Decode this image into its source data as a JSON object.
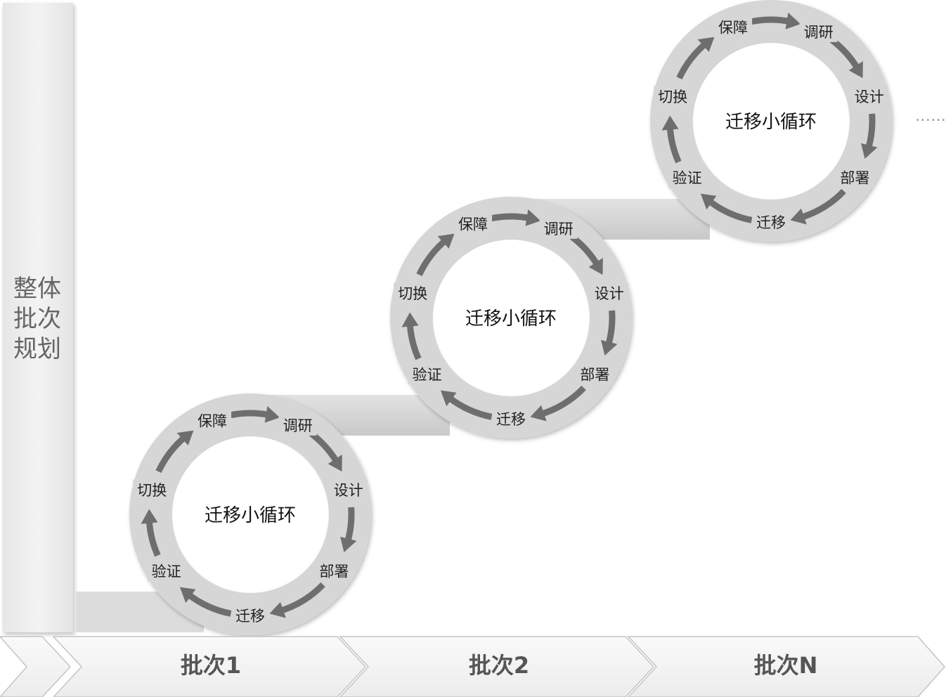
{
  "left_bar": {
    "lines": [
      "整体",
      "批次",
      "规划"
    ]
  },
  "timeline": {
    "batches": [
      "批次1",
      "批次2",
      "批次N"
    ]
  },
  "loops": [
    {
      "center_label": "迁移小循环",
      "steps": [
        "保障",
        "调研",
        "设计",
        "部署",
        "迁移",
        "验证",
        "切换"
      ]
    },
    {
      "center_label": "迁移小循环",
      "steps": [
        "保障",
        "调研",
        "设计",
        "部署",
        "迁移",
        "验证",
        "切换"
      ]
    },
    {
      "center_label": "迁移小循环",
      "steps": [
        "保障",
        "调研",
        "设计",
        "部署",
        "迁移",
        "验证",
        "切换"
      ]
    }
  ],
  "continuation": "……",
  "colors": {
    "ring": "#d6d6d6",
    "arrow": "#6e6e6e",
    "staircase": "#d2d2d2",
    "timeline_fill": "#f3f3f3",
    "timeline_text": "#555555",
    "left_bar": "#ececec",
    "left_bar_text": "#666666"
  }
}
